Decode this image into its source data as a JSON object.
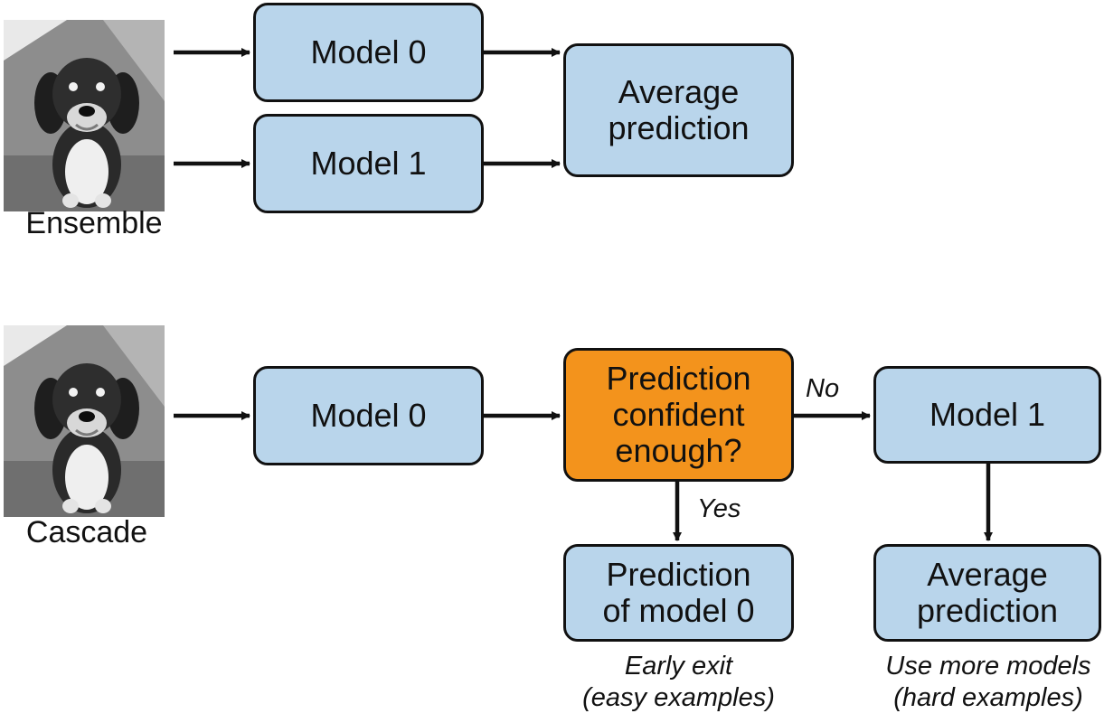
{
  "colors": {
    "model_box_fill": "#b9d5eb",
    "decision_box_fill": "#f3931c",
    "stroke": "#111111",
    "background": "#ffffff"
  },
  "ensemble": {
    "caption": "Ensemble",
    "model0": "Model 0",
    "model1": "Model 1",
    "average": "Average\nprediction"
  },
  "cascade": {
    "caption": "Cascade",
    "model0": "Model 0",
    "decision": "Prediction\nconfident\nenough?",
    "no_label": "No",
    "yes_label": "Yes",
    "model1": "Model 1",
    "prediction_model0": "Prediction\nof model 0",
    "average": "Average\nprediction",
    "early_exit_note": "Early exit\n(easy examples)",
    "more_models_note": "Use more models\n(hard examples)"
  },
  "photo_icon": "dog-photo"
}
